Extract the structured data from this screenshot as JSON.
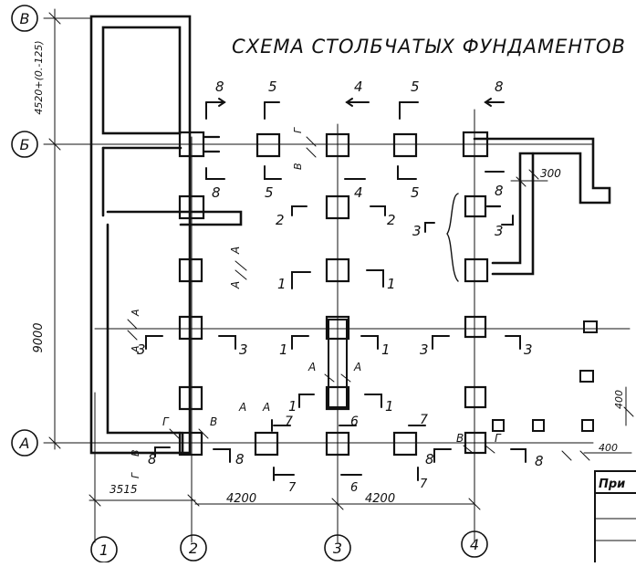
{
  "title": "СХЕМА СТОЛБЧАТЫХ ФУНДАМЕНТОВ",
  "axes": {
    "row_a": "А",
    "row_b": "Б",
    "row_v": "В",
    "col_1": "1",
    "col_2": "2",
    "col_3": "3",
    "col_4": "4"
  },
  "dimensions": {
    "top_span": "4520+(0.-125)",
    "mid_span": "9000",
    "dim_3515": "3515",
    "dim_4200_left": "4200",
    "dim_4200_right": "4200",
    "dim_300": "300",
    "dim_400_h": "400",
    "dim_400_v": "400"
  },
  "sections": {
    "s8": "8",
    "s5": "5",
    "s4": "4",
    "s3": "3",
    "s2": "2",
    "s1": "1",
    "s7": "7",
    "s6": "6"
  },
  "details": {
    "a": "А",
    "b": "В",
    "g": "Г"
  },
  "title_block_label": "При"
}
